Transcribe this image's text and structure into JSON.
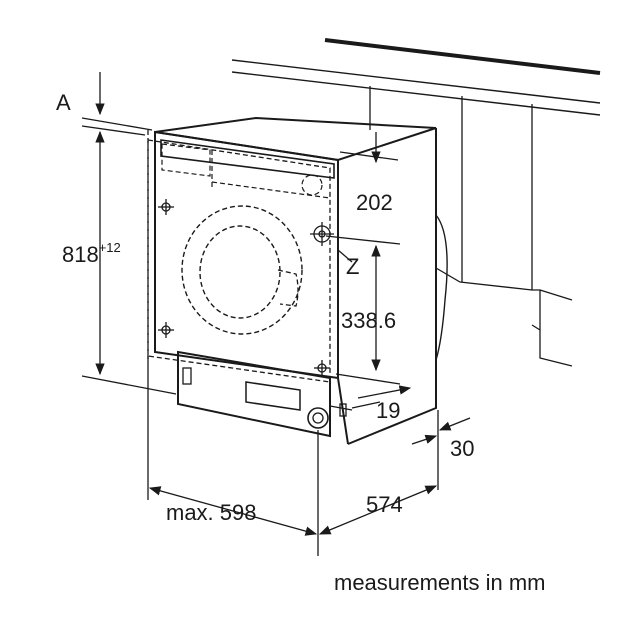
{
  "labels": {
    "a": "A",
    "height": "818",
    "height_tolerance": "+12",
    "top_offset": "202",
    "z": "Z",
    "z_height": "338.6",
    "bottom_offset": "19",
    "depth_gap": "30",
    "width": "max. 598",
    "depth": "574"
  },
  "footer": "measurements in mm",
  "colors": {
    "line": "#1a1a1a",
    "background": "#ffffff"
  }
}
